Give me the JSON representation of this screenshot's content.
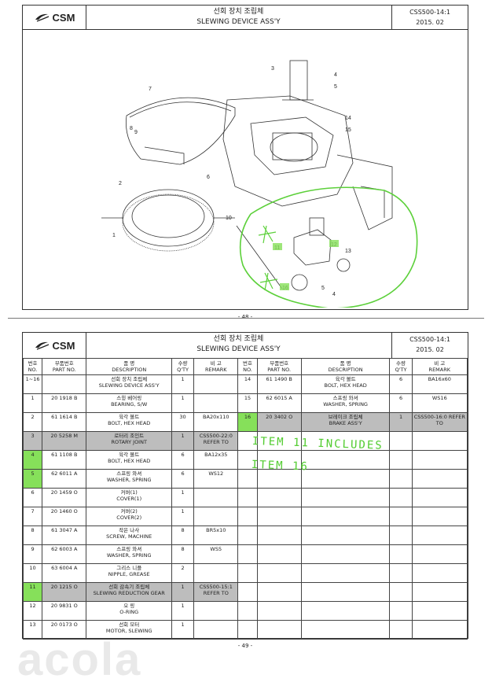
{
  "header": {
    "logo": "CSM",
    "title_kr": "선회 장치 조립체",
    "title_en": "SLEWING DEVICE ASS'Y",
    "code": "CSS500-14:1",
    "date": "2015. 02"
  },
  "page1": {
    "number": "- 48 -",
    "callouts": [
      "1",
      "2",
      "3",
      "4",
      "5",
      "6",
      "7",
      "8",
      "9",
      "10",
      "11",
      "12",
      "13",
      "14",
      "15",
      "16"
    ],
    "annotation_marks": [
      "11",
      "12",
      "13",
      "16",
      "5",
      "4"
    ]
  },
  "page2": {
    "number": "- 49 -",
    "columns": {
      "no_kr": "번호",
      "no_en": "NO.",
      "part_kr": "부품번호",
      "part_en": "PART NO.",
      "desc_kr": "품 명",
      "desc_en": "DESCRIPTION",
      "qty_kr": "수량",
      "qty_en": "Q'TY",
      "remark_kr": "비 고",
      "remark_en": "REMARK"
    },
    "left_rows": [
      {
        "no": "1~16",
        "part": "",
        "kr": "선회 장치 조립체",
        "en": "SLEWING DEVICE ASS'Y",
        "qty": "1",
        "remark": ""
      },
      {
        "no": "1",
        "part": "20 1918 B",
        "kr": "스윙 베어링",
        "en": "BEARING, S/W",
        "qty": "1",
        "remark": ""
      },
      {
        "no": "2",
        "part": "61 1614 B",
        "kr": "육각 볼트",
        "en": "BOLT, HEX HEAD",
        "qty": "30",
        "remark": "BA20x110"
      },
      {
        "no": "3",
        "part": "20 5258 M",
        "kr": "로터리 조인트",
        "en": "ROTARY JOINT",
        "qty": "1",
        "remark": "CSS500-22:0 REFER TO"
      },
      {
        "no": "4",
        "part": "61 1108 B",
        "kr": "육각 볼트",
        "en": "BOLT, HEX HEAD",
        "qty": "6",
        "remark": "BA12x35"
      },
      {
        "no": "5",
        "part": "62 6011 A",
        "kr": "스프링 와셔",
        "en": "WASHER, SPRING",
        "qty": "6",
        "remark": "WS12"
      },
      {
        "no": "6",
        "part": "20 1459 O",
        "kr": "커버(1)",
        "en": "COVER(1)",
        "qty": "1",
        "remark": ""
      },
      {
        "no": "7",
        "part": "20 1460 O",
        "kr": "커버(2)",
        "en": "COVER(2)",
        "qty": "1",
        "remark": ""
      },
      {
        "no": "8",
        "part": "61 3047 A",
        "kr": "작은 나사",
        "en": "SCREW, MACHINE",
        "qty": "8",
        "remark": "BR5x10"
      },
      {
        "no": "9",
        "part": "62 6003 A",
        "kr": "스프링 와셔",
        "en": "WASHER, SPRING",
        "qty": "8",
        "remark": "WS5"
      },
      {
        "no": "10",
        "part": "63 6004 A",
        "kr": "그리스 니플",
        "en": "NIPPLE, GREASE",
        "qty": "2",
        "remark": ""
      },
      {
        "no": "11",
        "part": "20 1215 O",
        "kr": "선회 감속기 조립체",
        "en": "SLEWING REDUCTION GEAR",
        "qty": "1",
        "remark": "CSS500-15:1 REFER TO"
      },
      {
        "no": "12",
        "part": "20 9831 O",
        "kr": "오 링",
        "en": "O-RING",
        "qty": "1",
        "remark": ""
      },
      {
        "no": "13",
        "part": "20 0173 O",
        "kr": "선회 모터",
        "en": "MOTOR, SLEWING",
        "qty": "1",
        "remark": ""
      }
    ],
    "right_rows": [
      {
        "no": "14",
        "part": "61 1490 B",
        "kr": "육각 볼트",
        "en": "BOLT, HEX HEAD",
        "qty": "6",
        "remark": "BA16x60"
      },
      {
        "no": "15",
        "part": "62 6015 A",
        "kr": "스프링 와셔",
        "en": "WASHER, SPRING",
        "qty": "6",
        "remark": "WS16"
      },
      {
        "no": "16",
        "part": "20 3402 O",
        "kr": "브레이크 조립체",
        "en": "BRAKE ASS'Y",
        "qty": "1",
        "remark": "CSS500-16:0 REFER TO"
      }
    ],
    "annotation_line1": "ITEM 11 INCLUDES",
    "annotation_line2": "ITEM 16"
  },
  "watermark": "acola"
}
